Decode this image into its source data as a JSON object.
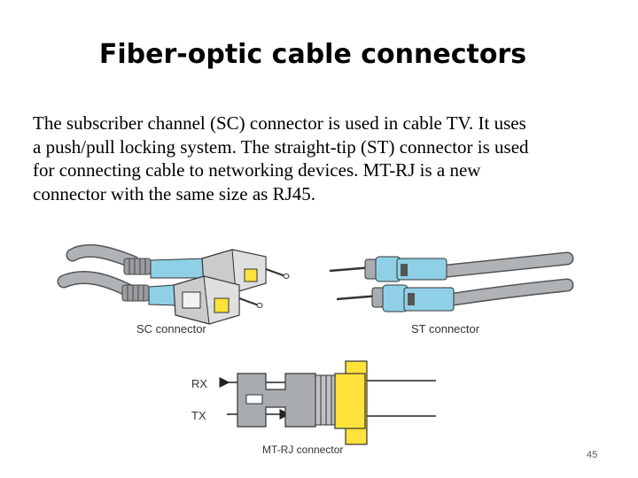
{
  "slide": {
    "title": "Fiber-optic cable connectors",
    "body_lines": [
      "The subscriber channel (SC) connector is used in cable TV. It uses",
      "a push/pull locking system. The straight-tip (ST) connector is used",
      "for connecting cable  to networking devices. MT-RJ is a new",
      "connector with the same size as  RJ45."
    ],
    "page_number": "45"
  },
  "figure": {
    "sc_caption": "SC connector",
    "st_caption": "ST connector",
    "mtrj_caption": "MT-RJ connector",
    "rx_label": "RX",
    "tx_label": "TX"
  },
  "colors": {
    "cable_gray": "#a9acaf",
    "connector_blue": "#8fd0e6",
    "connector_yellow": "#ffe23a"
  }
}
